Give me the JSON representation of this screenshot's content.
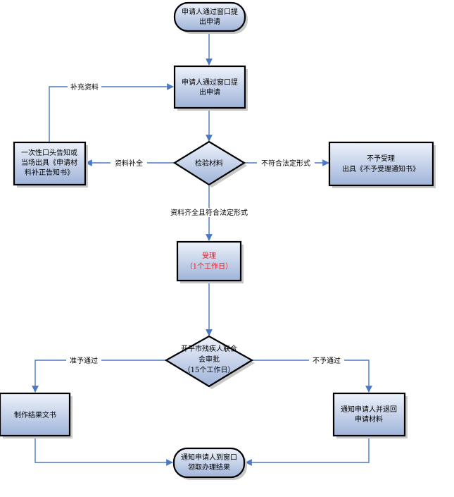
{
  "colors": {
    "node_fill_top": "#eef3fb",
    "node_fill_bottom": "#9fb3d9",
    "edge": "#4a78c2",
    "accent_text": "#e0202a"
  },
  "nodes": {
    "start": [
      "申请人通过窗口提",
      "出申请"
    ],
    "submit": [
      "申请人通过窗口提",
      "出申请"
    ],
    "notify_supplement": [
      "一次性口头告知或",
      "当场出具《申请材",
      "料补正告知书》"
    ],
    "check": [
      "检验材料"
    ],
    "reject": [
      "不予受理",
      "出具《不予受理通知书》"
    ],
    "accept": [
      "受理",
      "（1个工作日）"
    ],
    "review": [
      "开平市残疾人联合",
      "会审批",
      "（15个工作日）"
    ],
    "make_doc": [
      "制作结果文书"
    ],
    "notify_return": [
      "通知申请人并退回",
      "申请材料"
    ],
    "end": [
      "通知申请人到窗口",
      "领取办理结果"
    ]
  },
  "edge_labels": {
    "supplement": "补充资料",
    "incomplete": "资料补全",
    "non_compliant": "不符合法定形式",
    "complete": "资料齐全且符合法定形式",
    "approved": "准予通过",
    "rejected": "不予通过"
  }
}
